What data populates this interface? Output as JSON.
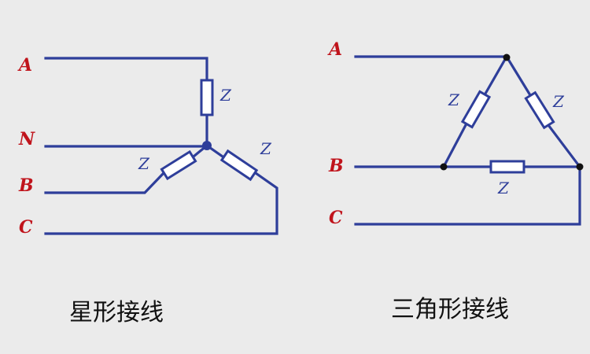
{
  "star": {
    "caption": "星形接线",
    "phases": {
      "a": "A",
      "n": "N",
      "b": "B",
      "c": "C"
    },
    "impedance_label": "Z",
    "node_color": "#2e3e9a"
  },
  "delta": {
    "caption": "三角形接线",
    "phases": {
      "a": "A",
      "b": "B",
      "c": "C"
    },
    "impedance_label": "Z",
    "node_color": "#111111"
  },
  "colors": {
    "wire": "#2e3e9a",
    "phase_label": "#c0141c",
    "background": "#ebebeb"
  }
}
